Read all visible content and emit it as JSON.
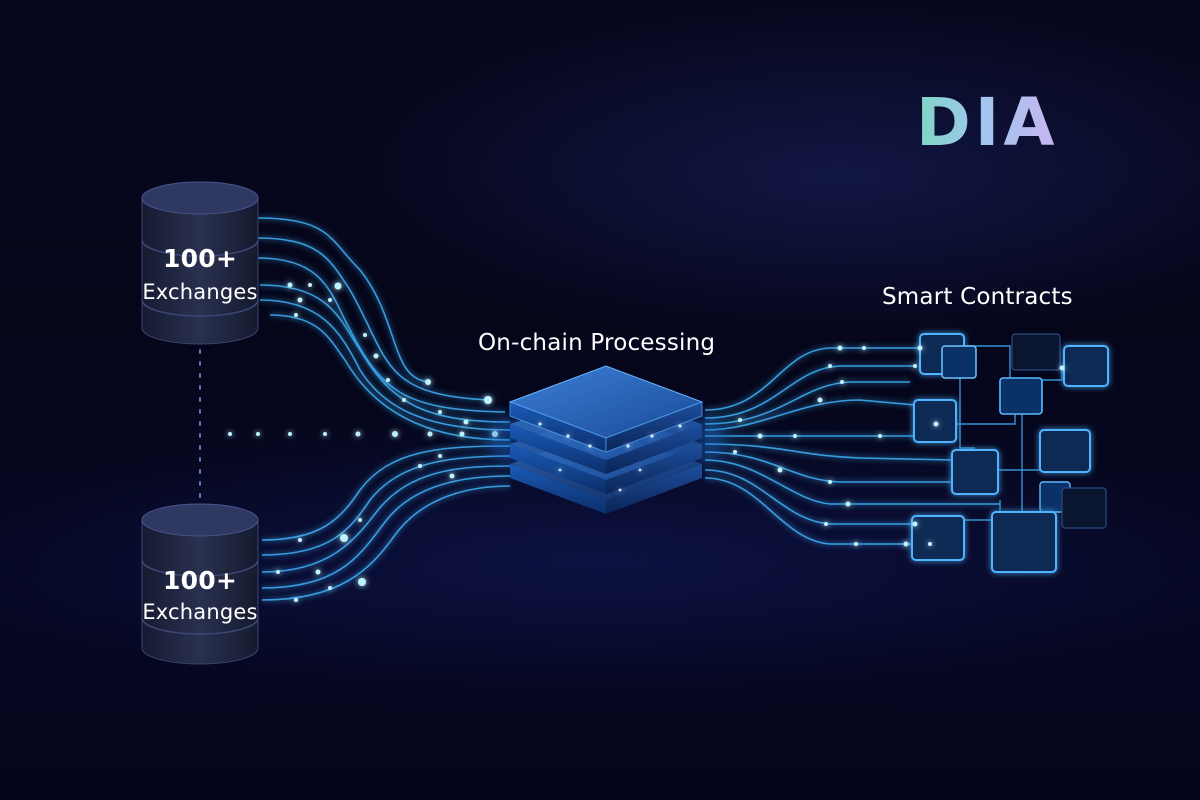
{
  "brand": {
    "logo_text": "DIA"
  },
  "sources": [
    {
      "count": "100+",
      "name": "Exchanges"
    },
    {
      "count": "100+",
      "name": "Exchanges"
    }
  ],
  "processor": {
    "title": "On-chain Processing"
  },
  "consumers": {
    "title": "Smart Contracts"
  },
  "colors": {
    "background": "#05061a",
    "line": "#3fb6ff",
    "glow": "#7fe3ff",
    "database": "#1f2640",
    "node_fill": "#0d3a7a",
    "contract_border": "#4fb3ff"
  }
}
